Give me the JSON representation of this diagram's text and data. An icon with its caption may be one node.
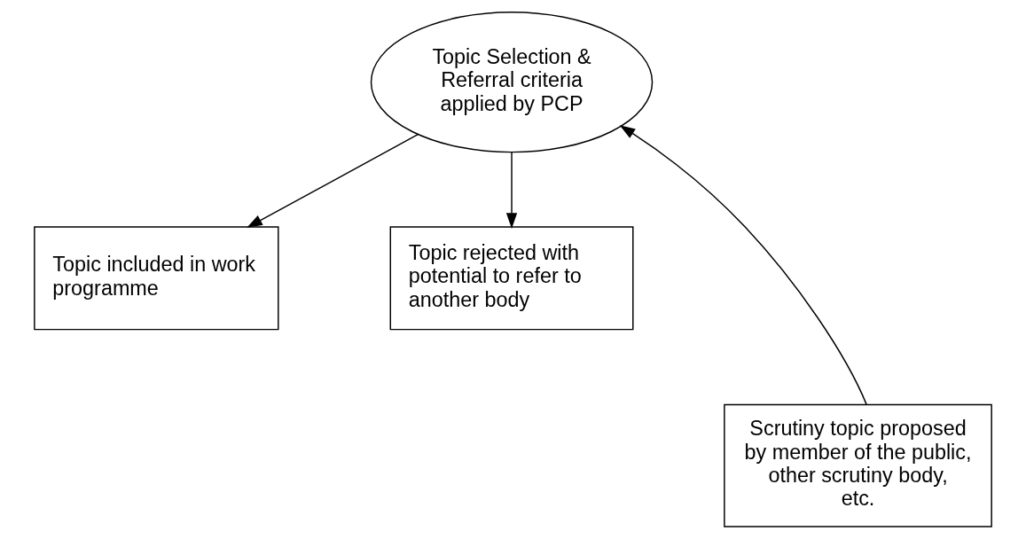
{
  "diagram": {
    "nodes": [
      {
        "text": [
          "Topic Selection & Referral criteria applied by PCP"
        ]
      },
      {
        "text": [
          "Topic included in work programme"
        ]
      },
      {
        "text": [
          "Topic rejected with potential to refer to another body"
        ]
      },
      {
        "text": [
          "Scrutiny topic proposed by member of the public, other scrutiny body, etc."
        ]
      }
    ],
    "edges": [
      {
        "from": 0,
        "to": 1,
        "arrow": "to"
      },
      {
        "from": 0,
        "to": 2,
        "arrow": "to"
      },
      {
        "from": 3,
        "to": 0,
        "arrow": "to"
      }
    ]
  }
}
